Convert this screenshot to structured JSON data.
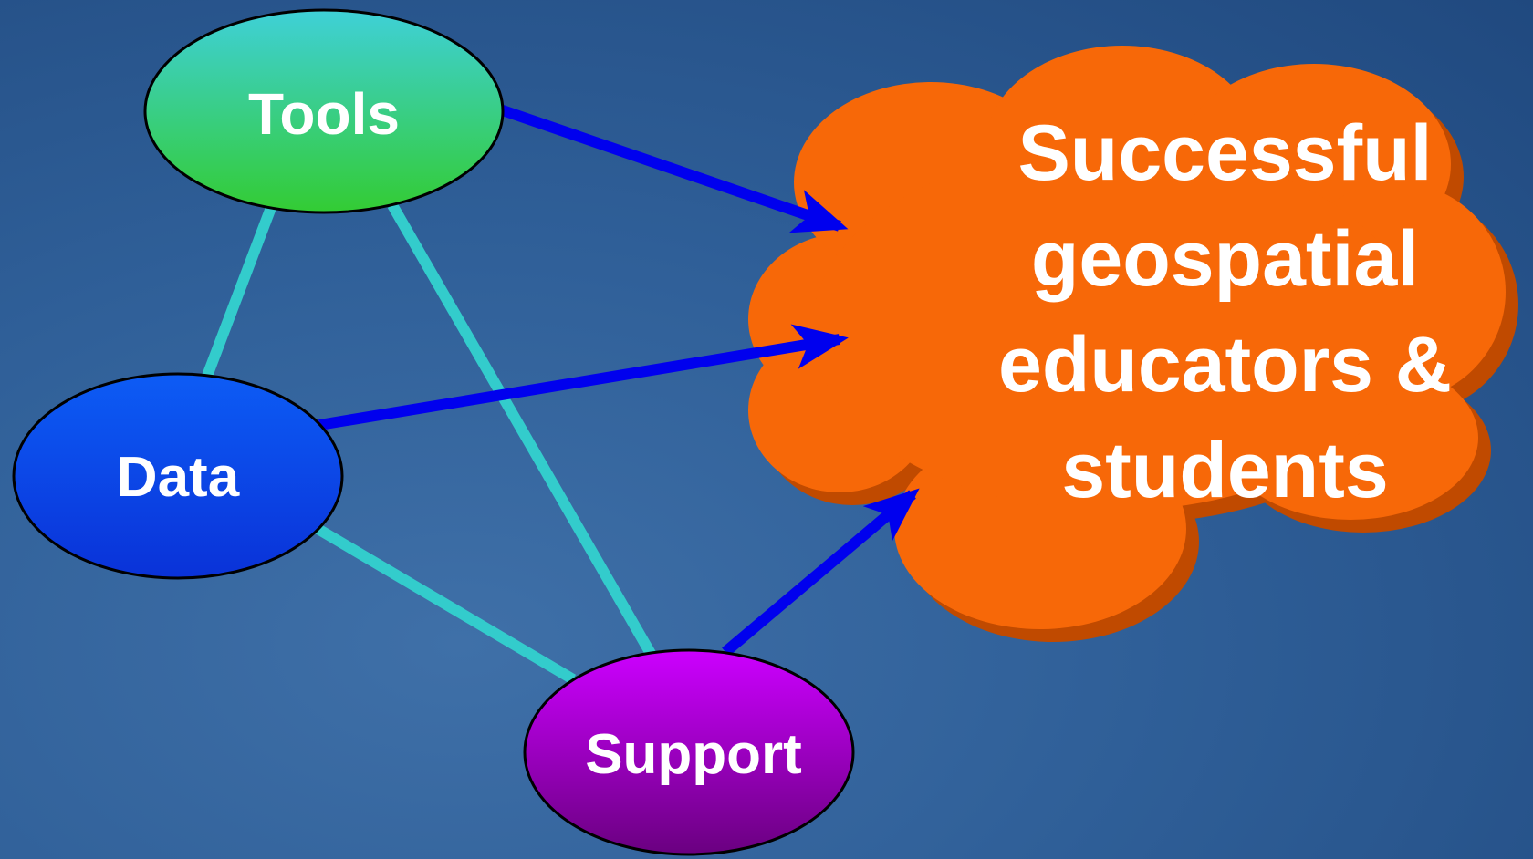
{
  "nodes": {
    "tools": {
      "label": "Tools"
    },
    "data": {
      "label": "Data"
    },
    "support": {
      "label": "Support"
    }
  },
  "outcome": {
    "lines": [
      "Successful",
      "geospatial",
      "educators &",
      "students"
    ]
  },
  "colors": {
    "background": "#2a5a92",
    "connector": "#33cccc",
    "arrow": "#0000ee",
    "cloud": "#f76808",
    "cloud_shadow": "#c04a00",
    "tools_fill_top": "#3fd0d8",
    "tools_fill_bottom": "#33cc33",
    "data_fill": "#0a3cf0",
    "support_fill": "#b000e0"
  },
  "connections": [
    {
      "from": "tools",
      "to": "data",
      "style": "line"
    },
    {
      "from": "tools",
      "to": "support",
      "style": "line"
    },
    {
      "from": "data",
      "to": "support",
      "style": "line"
    },
    {
      "from": "tools",
      "to": "outcome",
      "style": "arrow"
    },
    {
      "from": "data",
      "to": "outcome",
      "style": "arrow"
    },
    {
      "from": "support",
      "to": "outcome",
      "style": "arrow"
    }
  ]
}
